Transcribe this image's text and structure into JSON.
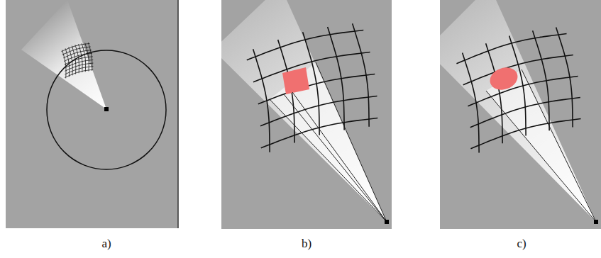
{
  "diagram": {
    "labels": [
      "a)",
      "b)",
      "c)"
    ]
  }
}
